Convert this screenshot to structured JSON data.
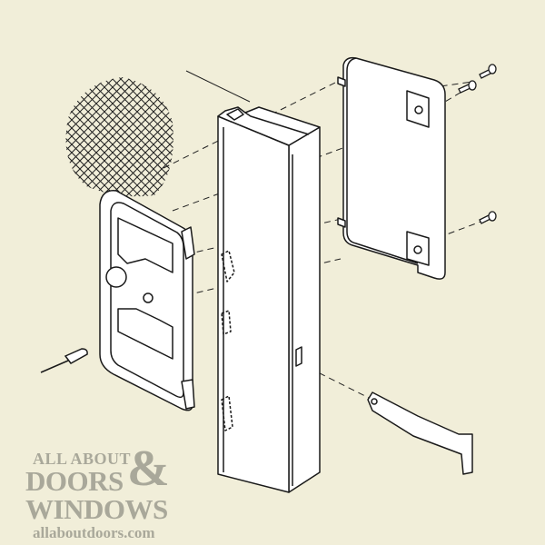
{
  "logo": {
    "line1": "ALL ABOUT",
    "line2": "DOORS",
    "ampersand": "&",
    "line3": "WINDOWS",
    "url": "allaboutdoors.com"
  },
  "colors": {
    "background": "#f1eed9",
    "part_fill": "#ffffff",
    "outline": "#1a1a1a",
    "logo": "#a9a89a"
  }
}
